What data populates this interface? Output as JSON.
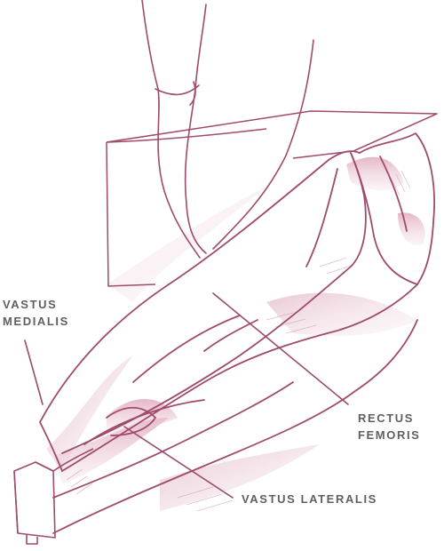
{
  "labels": {
    "vastus_medialis": [
      "VASTUS",
      "MEDIALIS"
    ],
    "rectus_femoris": [
      "RECTUS",
      "FEMORIS"
    ],
    "vastus_lateralis": "VASTUS LATERALIS"
  },
  "colors": {
    "sketch_line": "#a04a6e",
    "shading": "#d6a0b4",
    "leader_line": "#9a4a6c",
    "label_text": "#5f5f61",
    "background": "#ffffff"
  }
}
